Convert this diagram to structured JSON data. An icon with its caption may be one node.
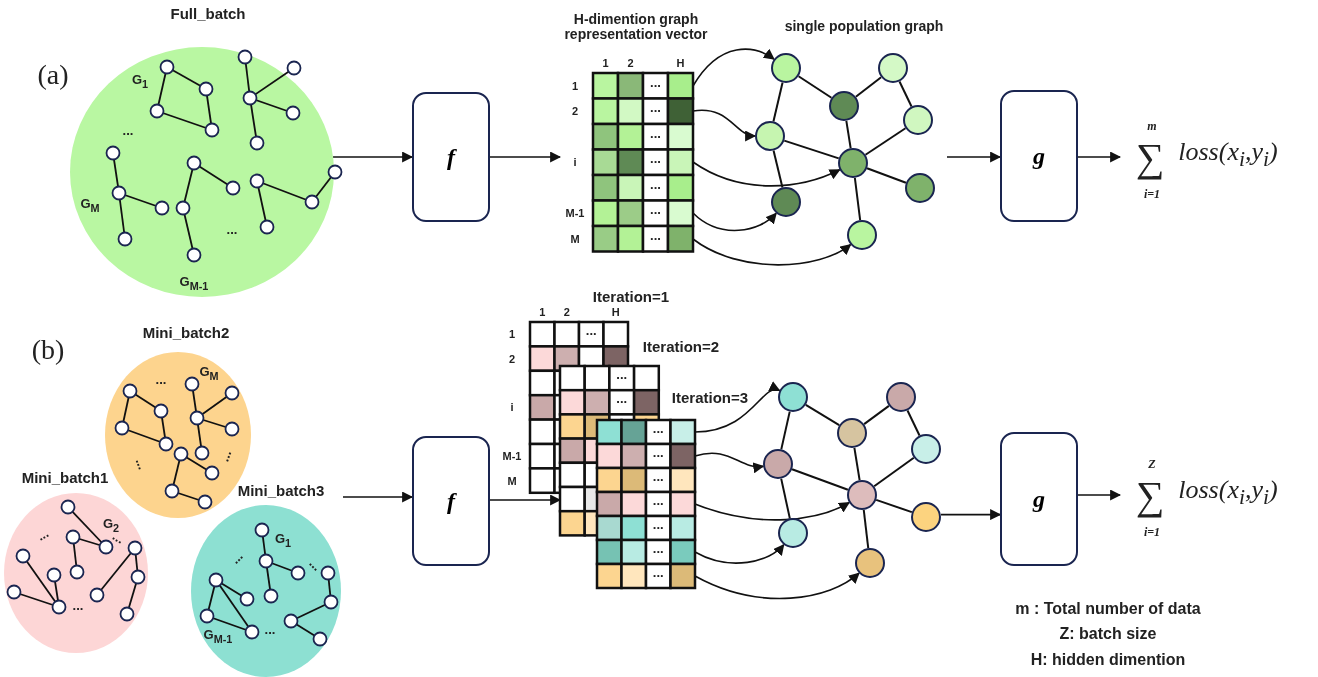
{
  "diagram": {
    "nodes": [
      {
        "text": [
          "Full_batch",
          "G$_{1}$",
          "...",
          "G$_{M}$",
          "...",
          "G$_{M-1}$"
        ]
      },
      {
        "text": [
          "f"
        ]
      },
      {
        "text": [
          "H-dimention graph representation vector",
          "1",
          "2",
          "H",
          "1",
          "2",
          "i",
          "M-1",
          "M",
          "...",
          "...",
          "...",
          "...",
          "...",
          "...",
          "..."
        ]
      },
      {
        "text": [
          "single population graph"
        ]
      },
      {
        "text": [],
        "shape": "circle",
        "in": 3
      },
      {
        "text": [],
        "shape": "circle",
        "in": 3
      },
      {
        "text": [],
        "shape": "circle",
        "in": 3
      },
      {
        "text": [],
        "shape": "circle",
        "in": 3
      },
      {
        "text": [],
        "shape": "circle",
        "in": 3
      },
      {
        "text": [],
        "shape": "circle",
        "in": 3
      },
      {
        "text": [],
        "shape": "circle",
        "in": 3
      },
      {
        "text": [],
        "shape": "circle",
        "in": 3
      },
      {
        "text": [],
        "shape": "circle",
        "in": 3
      },
      {
        "text": [
          "g"
        ]
      },
      {
        "text": [
          "m",
          "∑",
          "i=1",
          "loss(x$_{i}$,y$_{i}$)"
        ]
      },
      {
        "text": [
          "Mini_batch2",
          "G$_{M}$",
          "...",
          "...",
          "..."
        ]
      },
      {
        "text": [
          "Mini_batch1",
          "G$_{2}$",
          "...",
          "...",
          "..."
        ]
      },
      {
        "text": [
          "Mini_batch3",
          "G$_{1}$",
          "...",
          "...",
          "G$_{M-1}$",
          "..."
        ]
      },
      {
        "text": [
          "f"
        ]
      },
      {
        "text": [
          "1",
          "2",
          "H",
          "1",
          "2",
          "i",
          "M-1",
          "M",
          "..."
        ]
      },
      {
        "text": [
          "...",
          "..."
        ]
      },
      {
        "text": [
          "...",
          "...",
          "...",
          "...",
          "...",
          "...",
          "..."
        ]
      },
      {
        "text": [],
        "shape": "circle"
      },
      {
        "text": [],
        "shape": "circle"
      },
      {
        "text": [],
        "shape": "circle"
      },
      {
        "text": [],
        "shape": "circle"
      },
      {
        "text": [],
        "shape": "circle"
      },
      {
        "text": [],
        "shape": "circle"
      },
      {
        "text": [],
        "shape": "circle"
      },
      {
        "text": [],
        "shape": "circle"
      },
      {
        "text": [],
        "shape": "circle"
      },
      {
        "text": [
          "g"
        ]
      },
      {
        "text": [
          "Z",
          "∑",
          "i=1",
          "loss(x$_{i}$,y$_{i}$)"
        ]
      }
    ],
    "edges": [
      {
        "from": 0,
        "to": 1,
        "arrow": "to"
      },
      {
        "from": 1,
        "to": 2,
        "arrow": "to"
      },
      {
        "from": 4,
        "to": 8,
        "arrow": "none"
      },
      {
        "from": 4,
        "to": 6,
        "arrow": "none"
      },
      {
        "from": 6,
        "to": 5,
        "arrow": "none"
      },
      {
        "from": 5,
        "to": 7,
        "arrow": "none"
      },
      {
        "from": 6,
        "to": 9,
        "arrow": "none"
      },
      {
        "from": 7,
        "to": 9,
        "arrow": "none"
      },
      {
        "from": 8,
        "to": 9,
        "arrow": "none"
      },
      {
        "from": 8,
        "to": 11,
        "arrow": "none"
      },
      {
        "from": 9,
        "to": 10,
        "arrow": "none"
      },
      {
        "from": 9,
        "to": 12,
        "arrow": "none"
      },
      {
        "from": 2,
        "to": 4,
        "arrow": "to"
      },
      {
        "from": 2,
        "to": 8,
        "arrow": "to"
      },
      {
        "from": 2,
        "to": 9,
        "arrow": "to"
      },
      {
        "from": 2,
        "to": 11,
        "arrow": "to"
      },
      {
        "from": 2,
        "to": 12,
        "arrow": "to"
      },
      {
        "from": 3,
        "to": 13,
        "arrow": "to"
      },
      {
        "from": 13,
        "to": 14,
        "arrow": "to"
      },
      {
        "from": 17,
        "to": 18,
        "arrow": "to"
      },
      {
        "from": 18,
        "to": 20,
        "arrow": "to"
      },
      {
        "from": 22,
        "to": 26,
        "arrow": "none"
      },
      {
        "from": 22,
        "to": 24,
        "arrow": "none"
      },
      {
        "from": 24,
        "to": 23,
        "arrow": "none"
      },
      {
        "from": 23,
        "to": 25,
        "arrow": "none"
      },
      {
        "from": 24,
        "to": 27,
        "arrow": "none"
      },
      {
        "from": 25,
        "to": 27,
        "arrow": "none"
      },
      {
        "from": 26,
        "to": 27,
        "arrow": "none"
      },
      {
        "from": 26,
        "to": 29,
        "arrow": "none"
      },
      {
        "from": 27,
        "to": 28,
        "arrow": "none"
      },
      {
        "from": 27,
        "to": 30,
        "arrow": "none"
      },
      {
        "from": 21,
        "to": 22,
        "arrow": "to"
      },
      {
        "from": 21,
        "to": 26,
        "arrow": "to"
      },
      {
        "from": 21,
        "to": 27,
        "arrow": "to"
      },
      {
        "from": 21,
        "to": 29,
        "arrow": "to"
      },
      {
        "from": 21,
        "to": 30,
        "arrow": "to"
      },
      {
        "from": 28,
        "to": 31,
        "arrow": "to"
      },
      {
        "from": 31,
        "to": 32,
        "arrow": "to"
      }
    ],
    "labels": [
      "(a)",
      "Iteration=1",
      "(b)",
      "Iteration=2",
      "Iteration=3",
      "m : Total number of data",
      "Z: batch size",
      "H: hidden dimention"
    ]
  }
}
